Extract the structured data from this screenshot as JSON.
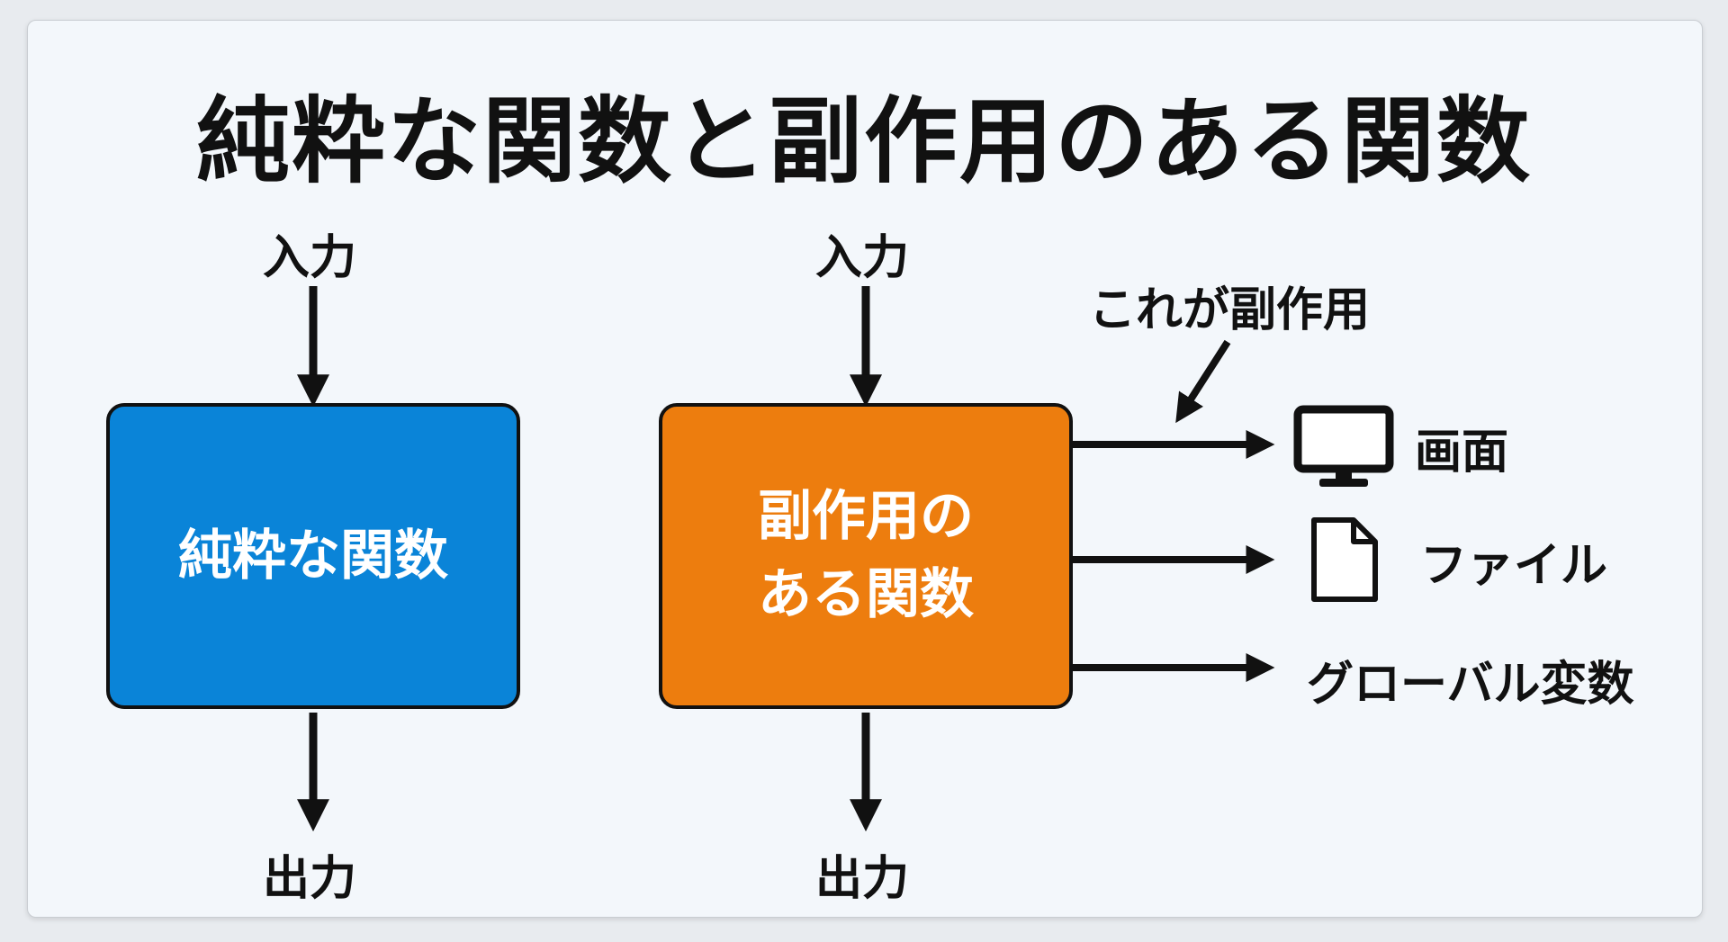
{
  "title": "純粋な関数と副作用のある関数",
  "pure": {
    "input_label": "入力",
    "box_label": "純粋な関数",
    "output_label": "出力",
    "box_color": "#0a84d8"
  },
  "impure": {
    "input_label": "入力",
    "box_label": "副作用の\nある関数",
    "output_label": "出力",
    "box_color": "#ed7d0e",
    "side_effect_note": "これが副作用",
    "targets": [
      {
        "label": "画面",
        "icon": "monitor-icon"
      },
      {
        "label": "ファイル",
        "icon": "file-icon"
      },
      {
        "label": "グローバル変数",
        "icon": ""
      }
    ]
  }
}
